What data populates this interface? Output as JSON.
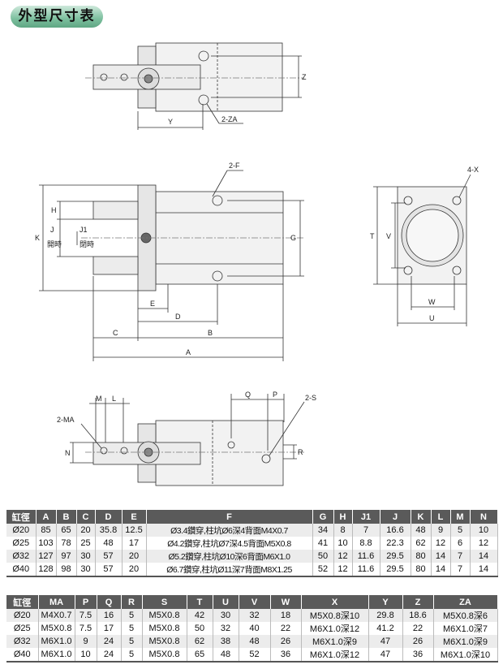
{
  "title": "外型尺寸表",
  "labels": {
    "z": "Z",
    "y": "Y",
    "za": "2-ZA",
    "f": "2-F",
    "h": "H",
    "j": "J",
    "j_open": "開時",
    "j1": "J1",
    "j1_close": "閉時",
    "k": "K",
    "g": "G",
    "e": "E",
    "d": "D",
    "c": "C",
    "b": "B",
    "a": "A",
    "x": "4-X",
    "t": "T",
    "v": "V",
    "w": "W",
    "u": "U",
    "m": "M",
    "l": "L",
    "q": "Q",
    "p": "P",
    "s": "2-S",
    "ma": "2-MA",
    "n": "N",
    "r": "R"
  },
  "table1": {
    "headers": [
      "缸徑",
      "A",
      "B",
      "C",
      "D",
      "E",
      "F",
      "G",
      "H",
      "J1",
      "J",
      "K",
      "L",
      "M",
      "N"
    ],
    "rows": [
      [
        "Ø20",
        "85",
        "65",
        "20",
        "35.8",
        "12.5",
        "Ø3.4鑽穿,柱坑Ø6深4背面M4X0.7",
        "34",
        "8",
        "7",
        "16.6",
        "48",
        "9",
        "5",
        "10"
      ],
      [
        "Ø25",
        "103",
        "78",
        "25",
        "48",
        "17",
        "Ø4.2鑽穿,柱坑Ø7深4.5背面M5X0.8",
        "41",
        "10",
        "8.8",
        "22.3",
        "62",
        "12",
        "6",
        "12"
      ],
      [
        "Ø32",
        "127",
        "97",
        "30",
        "57",
        "20",
        "Ø5.2鑽穿,柱坑Ø10深6背面M6X1.0",
        "50",
        "12",
        "11.6",
        "29.5",
        "80",
        "14",
        "7",
        "14"
      ],
      [
        "Ø40",
        "128",
        "98",
        "30",
        "57",
        "20",
        "Ø6.7鑽穿,柱坑Ø11深7背面M8X1.25",
        "52",
        "12",
        "11.6",
        "29.5",
        "80",
        "14",
        "7",
        "14"
      ]
    ]
  },
  "table2": {
    "headers": [
      "缸徑",
      "MA",
      "P",
      "Q",
      "R",
      "S",
      "T",
      "U",
      "V",
      "W",
      "X",
      "Y",
      "Z",
      "ZA"
    ],
    "rows": [
      [
        "Ø20",
        "M4X0.7",
        "7.5",
        "16",
        "5",
        "M5X0.8",
        "42",
        "30",
        "32",
        "18",
        "M5X0.8深10",
        "29.8",
        "18.6",
        "M5X0.8深6"
      ],
      [
        "Ø25",
        "M5X0.8",
        "7.5",
        "17",
        "5",
        "M5X0.8",
        "50",
        "32",
        "40",
        "22",
        "M6X1.0深12",
        "41.2",
        "22",
        "M6X1.0深7"
      ],
      [
        "Ø32",
        "M6X1.0",
        "9",
        "24",
        "5",
        "M5X0.8",
        "62",
        "38",
        "48",
        "26",
        "M6X1.0深9",
        "47",
        "26",
        "M6X1.0深9"
      ],
      [
        "Ø40",
        "M6X1.0",
        "10",
        "24",
        "5",
        "M5X0.8",
        "65",
        "48",
        "52",
        "36",
        "M6X1.0深12",
        "47",
        "36",
        "M6X1.0深10"
      ]
    ]
  }
}
